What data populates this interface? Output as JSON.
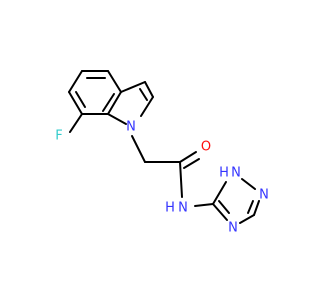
{
  "molecule": {
    "atoms": {
      "fluorine": {
        "symbol": "F",
        "color": "#33cccc"
      },
      "indole_nitrogen": {
        "symbol": "N",
        "color": "#3333ff"
      },
      "carbonyl_oxygen": {
        "symbol": "O",
        "color": "#ff0d0d"
      },
      "amide_nitrogen": {
        "symbol": "N",
        "color": "#3333ff"
      },
      "amide_hydrogen": {
        "symbol": "H",
        "color": "#3333ff"
      },
      "triazole_n1": {
        "symbol": "N",
        "color": "#3333ff"
      },
      "triazole_n1_hydrogen": {
        "symbol": "H",
        "color": "#3333ff"
      },
      "triazole_n2": {
        "symbol": "N",
        "color": "#3333ff"
      },
      "triazole_n4": {
        "symbol": "N",
        "color": "#3333ff"
      }
    }
  }
}
